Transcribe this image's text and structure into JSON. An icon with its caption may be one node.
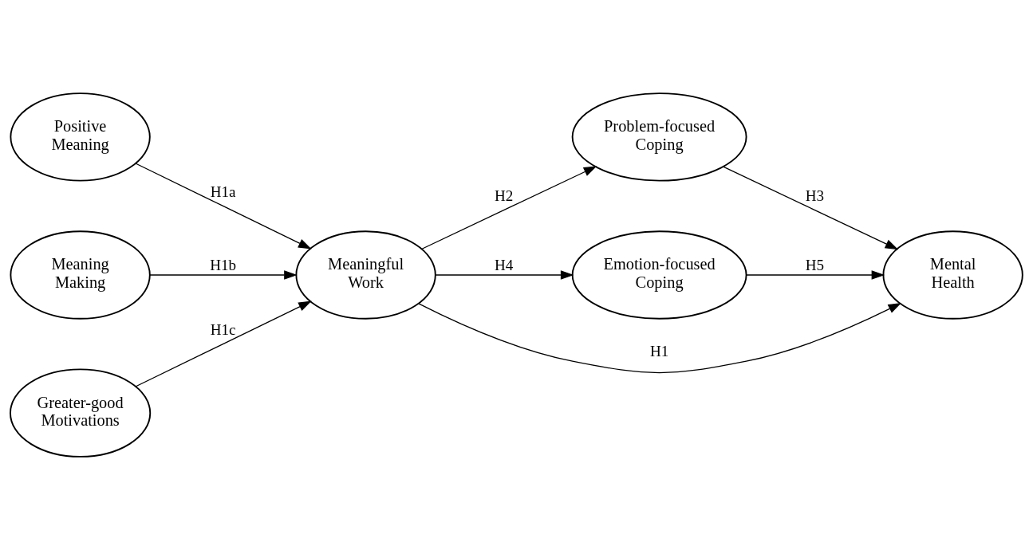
{
  "diagram": {
    "nodes": [
      {
        "text": [
          "Positive Meaning"
        ]
      },
      {
        "text": [
          "Meaning Making"
        ]
      },
      {
        "text": [
          "Greater-good Motivations"
        ]
      },
      {
        "text": [
          "Meaningful Work"
        ]
      },
      {
        "text": [
          "Problem-focused Coping"
        ]
      },
      {
        "text": [
          "Emotion-focused Coping"
        ]
      },
      {
        "text": [
          "Mental Health"
        ]
      }
    ],
    "edges": [
      {
        "from": 0,
        "to": 3,
        "arrow": "to",
        "label": "H1a"
      },
      {
        "from": 1,
        "to": 3,
        "arrow": "to",
        "label": "H1b"
      },
      {
        "from": 2,
        "to": 3,
        "arrow": "to",
        "label": "H1c"
      },
      {
        "from": 3,
        "to": 4,
        "arrow": "to",
        "label": "H2"
      },
      {
        "from": 4,
        "to": 6,
        "arrow": "to",
        "label": "H3"
      },
      {
        "from": 3,
        "to": 6,
        "arrow": "to",
        "label": "H1"
      },
      {
        "from": 3,
        "to": 5,
        "arrow": "to",
        "label": "H4"
      },
      {
        "from": 5,
        "to": 6,
        "arrow": "to",
        "label": "H5"
      }
    ]
  }
}
